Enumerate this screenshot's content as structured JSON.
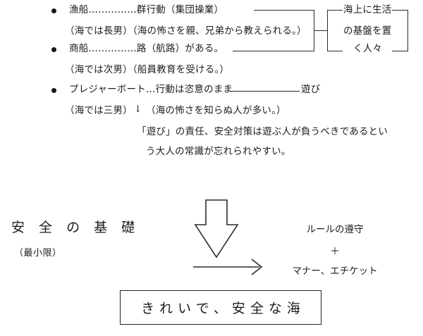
{
  "document": {
    "title_text_lines": [
      "漁船……………群行動（集団操業）",
      "（海では長男）（海の怖さを親、兄弟から教えられる。）",
      "商船……………路（航路）がある。",
      "（海では次男）（船員教育を受ける。）",
      "プレジャーボート…行動は恣意のまま",
      "（海では三男）",
      "（海の怖さを知らぬ人が多い。）"
    ]
  },
  "items": [
    {
      "id": "fishing-boat",
      "main": "漁船……………群行動（集団操業）",
      "sub": "（海では長男）（海の怖さを親、兄弟から教えられる。）"
    },
    {
      "id": "merchant-ship",
      "main": "商船……………路（航路）がある。",
      "sub": "（海では次男）（船員教育を受ける。）"
    },
    {
      "id": "pleasure-boat",
      "main": "プレジャーボート…行動は恣意のまま",
      "main_tail": "遊び",
      "sub_left": "（海では三男）",
      "sub_mark": "↓",
      "sub_right": "（海の怖さを知らぬ人が多い。）"
    }
  ],
  "bracket_label": {
    "line1": "海上に生活",
    "line2": "の基盤を置",
    "line3": "く人々"
  },
  "paragraph": {
    "line1": "「遊び」の責任、安全対策は遊ぶ人が負うべきであるとい",
    "line2": "う大人の常識が忘れられやすい。"
  },
  "foundation": {
    "title": "安 全 の 基 礎",
    "note": "（最小限）"
  },
  "rules": {
    "line1": "ルールの遵守",
    "plus": "＋",
    "line2": "マナー、エチケット"
  },
  "conclusion": {
    "text": "きれいで、安全な海"
  },
  "colors": {
    "ink": "#1c1c1c",
    "stroke": "#2b2b2b",
    "background": "#ffffff"
  }
}
